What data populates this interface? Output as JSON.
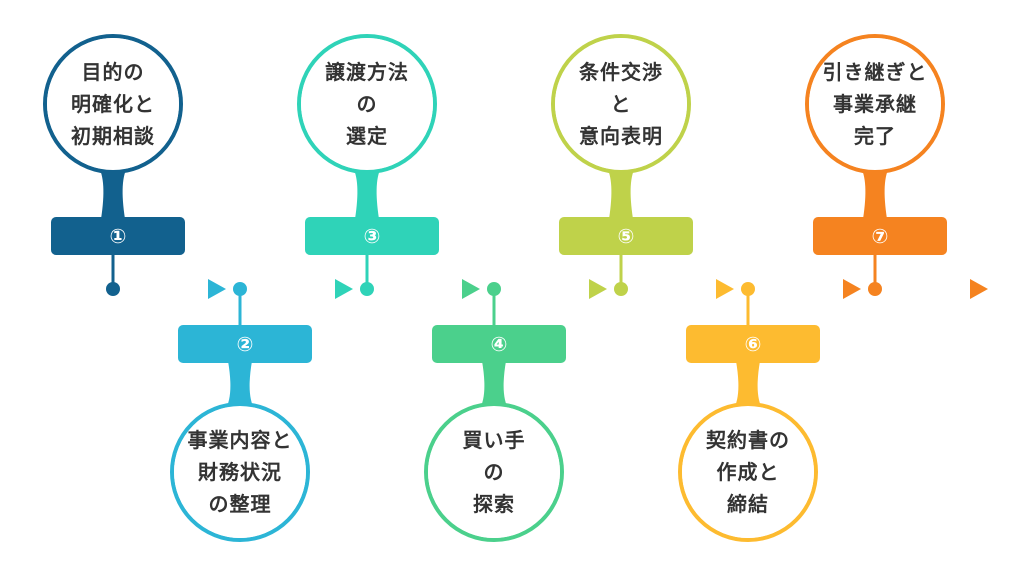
{
  "steps": [
    {
      "number": "①",
      "lines": [
        "目的の",
        "明確化と",
        "初期相談"
      ],
      "color": "#12618e",
      "position": "top"
    },
    {
      "number": "②",
      "lines": [
        "事業内容と",
        "財務状況",
        "の整理"
      ],
      "color": "#2cb5d6",
      "position": "bottom"
    },
    {
      "number": "③",
      "lines": [
        "譲渡方法",
        "の",
        "選定"
      ],
      "color": "#2fd3b8",
      "position": "top"
    },
    {
      "number": "④",
      "lines": [
        "買い手",
        "の",
        "探索"
      ],
      "color": "#4bd08c",
      "position": "bottom"
    },
    {
      "number": "⑤",
      "lines": [
        "条件交渉",
        "と",
        "意向表明"
      ],
      "color": "#bfd24a",
      "position": "top"
    },
    {
      "number": "⑥",
      "lines": [
        "契約書の",
        "作成と",
        "締結"
      ],
      "color": "#fdbb30",
      "position": "bottom"
    },
    {
      "number": "⑦",
      "lines": [
        "引き継ぎと",
        "事業承継",
        "完了"
      ],
      "color": "#f58320",
      "position": "top"
    }
  ]
}
